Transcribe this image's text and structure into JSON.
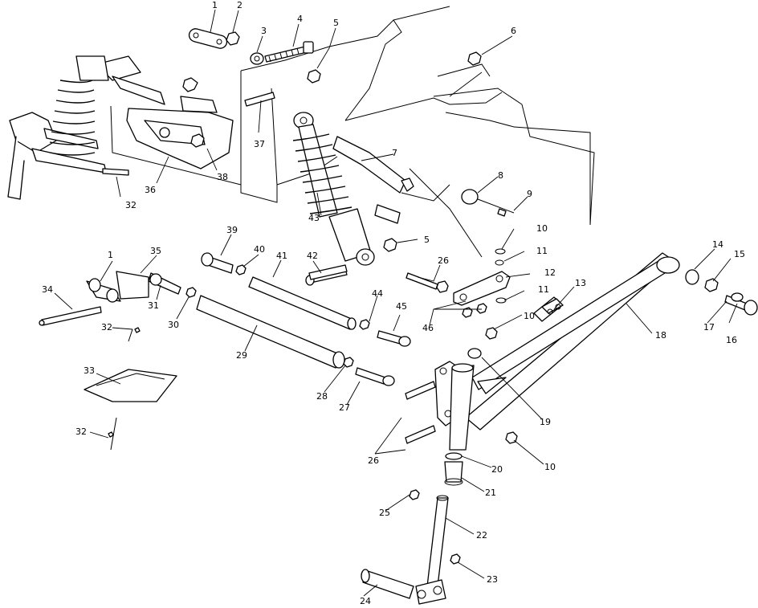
{
  "diagram": {
    "callouts": [
      "1",
      "2",
      "3",
      "4",
      "5",
      "6",
      "37",
      "36",
      "38",
      "32",
      "7",
      "8",
      "9",
      "43",
      "5",
      "10",
      "11",
      "12",
      "11",
      "10",
      "14",
      "15",
      "16",
      "17",
      "18",
      "13",
      "39",
      "40",
      "41",
      "42",
      "26",
      "35",
      "1",
      "34",
      "31",
      "30",
      "32",
      "29",
      "44",
      "45",
      "46",
      "28",
      "27",
      "33",
      "32",
      "26",
      "19",
      "20",
      "21",
      "25",
      "22",
      "23",
      "24",
      "10"
    ]
  }
}
